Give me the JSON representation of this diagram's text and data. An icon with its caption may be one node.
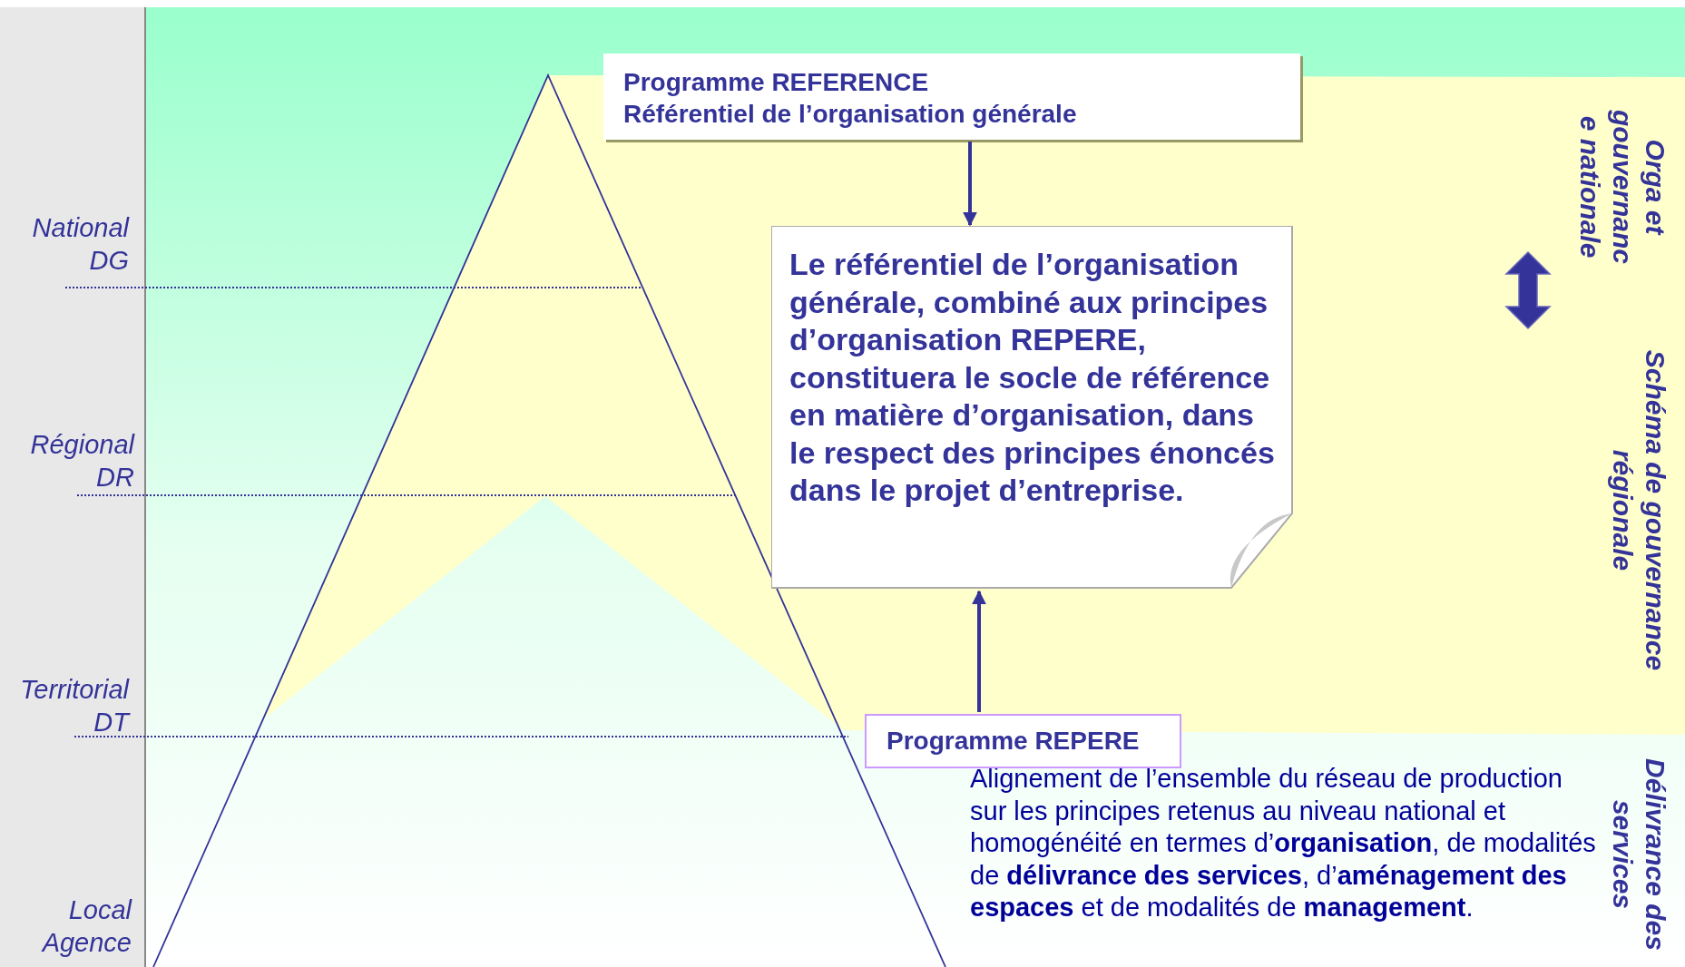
{
  "diagram": {
    "nodes": [
      {
        "text": [
          "Programme REFERENCE",
          "Référentiel de l’organisation générale"
        ]
      },
      {
        "text": [
          "Le référentiel de l’organisation générale, combiné aux principes d’organisation REPERE, constituera le socle de référence en matière d’organisation, dans le respect des principes énoncés dans le projet d’entreprise."
        ]
      },
      {
        "text": [
          "Programme REPERE"
        ]
      }
    ],
    "edges": [
      {
        "from": 0,
        "to": 1,
        "arrow": "to"
      },
      {
        "from": 2,
        "to": 1,
        "arrow": "to"
      }
    ],
    "labels": [
      "National",
      "DG",
      "Régional",
      "DR",
      "Territorial",
      "DT",
      "Local",
      "Agence",
      "Orga et gouvernanc e nationale",
      "Schéma de gouvernance régionale",
      "Délivrance des services",
      "Alignement de l’ensemble du réseau de production sur les principes retenus au niveau national et homogénéité en termes d’**organisation**, de modalités de **délivrance des services**, d’**aménagement des espaces** et de modalités de **management**."
    ]
  }
}
